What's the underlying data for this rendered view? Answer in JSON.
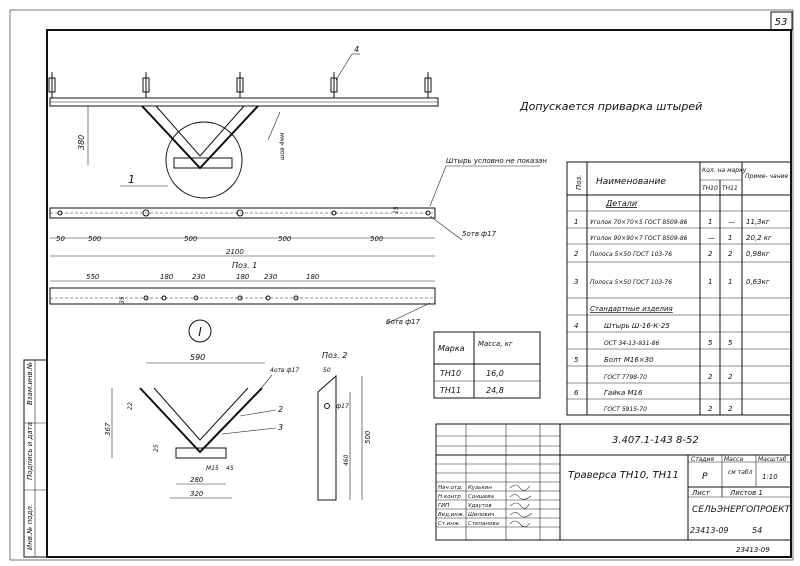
{
  "sheet": {
    "page_number": "53",
    "note": "Допускается приварка штырей",
    "callout_pin": "Штырь условно не показан",
    "bottom_code": "23413-09",
    "bottom_page": "54",
    "corner_stamp": "23413-09"
  },
  "view_top": {
    "leader_4": "4",
    "dim_380": "380",
    "leader_1": "1",
    "weld_note": "шов 4мм",
    "section_marker": "I"
  },
  "view_plan": {
    "dims": [
      "50",
      "500",
      "500",
      "500",
      "500"
    ],
    "total": "2100",
    "side_15": "15",
    "holes": "5отв ф17"
  },
  "view_pos1": {
    "title": "Поз. 1",
    "dims": [
      "550",
      "180",
      "230",
      "180",
      "230",
      "180"
    ],
    "side_35": "35",
    "holes": "6отв ф17"
  },
  "detail_I": {
    "marker": "I",
    "width_top": "590",
    "height": "367",
    "dim_22": "22",
    "dim_25": "25",
    "dim_m15": "M15",
    "dim_45": "45",
    "width_mid": "280",
    "width_bottom": "320",
    "leader_2": "2",
    "leader_3": "3",
    "holes": "4отв ф17"
  },
  "pos2": {
    "title": "Поз. 2",
    "dim_50": "50",
    "dim_17": "ф17",
    "dim_460": "460",
    "dim_500": "500"
  },
  "mass_table": {
    "headers": [
      "Марка",
      "Масса, кг"
    ],
    "rows": [
      [
        "ТН10",
        "16,0"
      ],
      [
        "ТН11",
        "24,8"
      ]
    ]
  },
  "spec_table": {
    "headers": {
      "pos": "Поз.",
      "name": "Наименование",
      "qty": "Кол. на марку",
      "qty_a": "ТН10",
      "qty_b": "ТН11",
      "note": "Приме- чание"
    },
    "section_parts": "Детали",
    "section_std": "Стандартные изделия",
    "rows": [
      {
        "pos": "1",
        "name": "Уголок 70×70×5 ГОСТ 8509-86",
        "a": "1",
        "b": "—",
        "note": "11,3кг"
      },
      {
        "pos": "",
        "name": "Уголок 90×90×7 ГОСТ 8509-86",
        "a": "—",
        "b": "1",
        "note": "20,2 кг"
      },
      {
        "pos": "2",
        "name": "Полоса 5×50 ГОСТ 103-76",
        "a": "2",
        "b": "2",
        "note": "0,98кг"
      },
      {
        "pos": "3",
        "name": "Полоса 5×50 ГОСТ 103-76",
        "a": "1",
        "b": "1",
        "note": "0,63кг"
      },
      {
        "pos": "4",
        "name": "Штырь Ш-16-К-25",
        "a": "",
        "b": "",
        "note": ""
      },
      {
        "pos": "",
        "name": "ОСТ 34-13-931-86",
        "a": "5",
        "b": "5",
        "note": ""
      },
      {
        "pos": "5",
        "name": "Болт М16×30",
        "a": "",
        "b": "",
        "note": ""
      },
      {
        "pos": "",
        "name": "ГОСТ 7798-70",
        "a": "2",
        "b": "2",
        "note": ""
      },
      {
        "pos": "6",
        "name": "Гайка М16",
        "a": "",
        "b": "",
        "note": ""
      },
      {
        "pos": "",
        "name": "ГОСТ 5915-70",
        "a": "2",
        "b": "2",
        "note": ""
      }
    ]
  },
  "title_block": {
    "doc_code": "3.407.1-143 8-52",
    "title": "Траверса ТН10, ТН11",
    "stage_label": "Стадия",
    "mass_label": "Масса",
    "scale_label": "Масштаб",
    "stage": "Р",
    "mass": "см табл",
    "scale": "1:10",
    "sheet_label": "Лист",
    "sheets_label": "Листов 1",
    "org": "СЕЛЬЭНЕРГОПРОЕКТ",
    "people": [
      {
        "role": "Нач.отд.",
        "name": "Кузькин"
      },
      {
        "role": "Н.контр",
        "name": "Соншева"
      },
      {
        "role": "ГИП",
        "name": "Удаутов"
      },
      {
        "role": "Вед.инж.",
        "name": "Шилович"
      },
      {
        "role": "Ст.инж.",
        "name": "Степанова"
      }
    ]
  },
  "side_strip": [
    "Взам.инв.№",
    "Подпись и дата",
    "Инв.№ подл."
  ]
}
